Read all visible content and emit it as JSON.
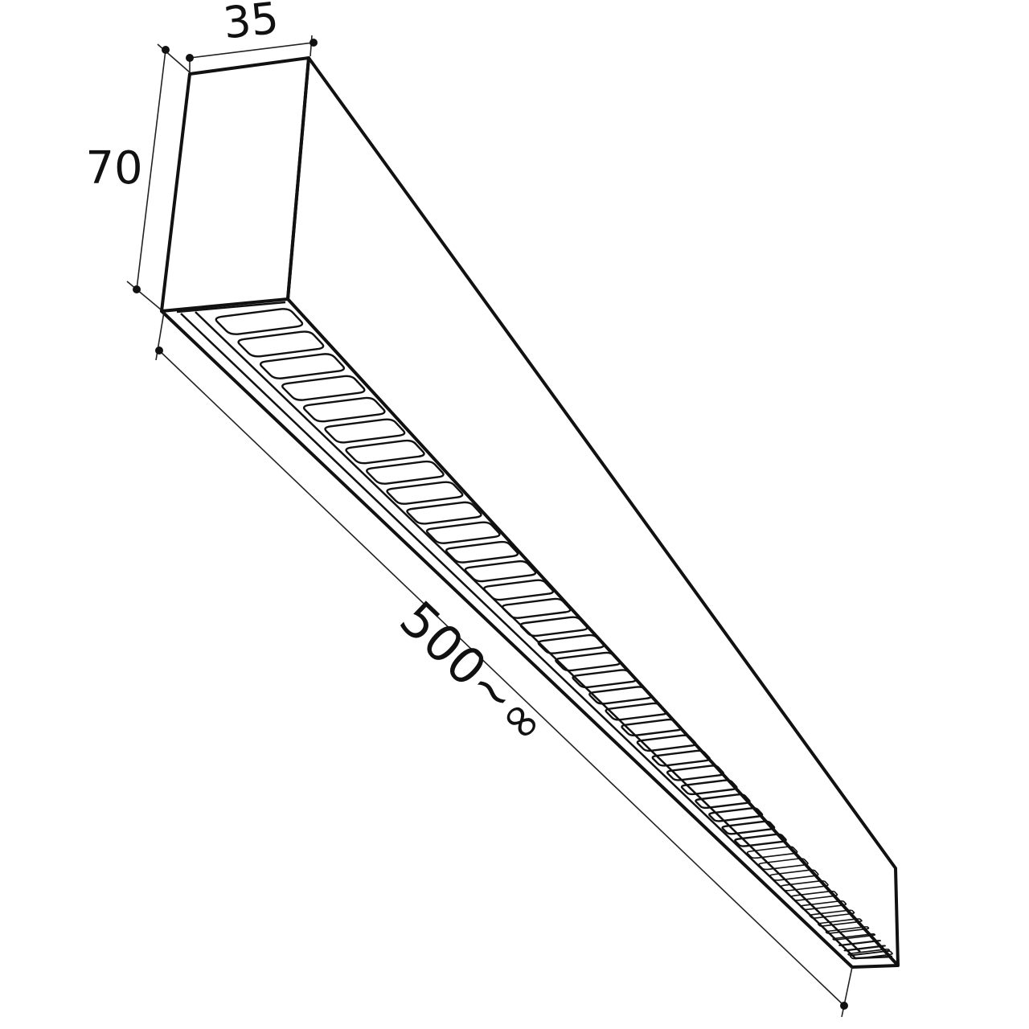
{
  "dimensions": {
    "width": "35",
    "height": "70",
    "length": "500~∞"
  },
  "colors": {
    "line": "#111111",
    "background": "#ffffff"
  }
}
